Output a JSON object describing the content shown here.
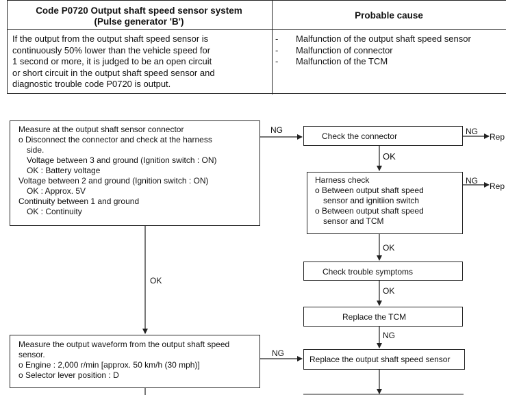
{
  "table": {
    "header_left": "Code P0720 Output shaft speed sensor system (Pulse generator 'B')",
    "header_left_line1": "Code P0720 Output shaft speed sensor system",
    "header_left_line2": "(Pulse generator 'B')",
    "header_right": "Probable cause",
    "description_lines": [
      "If the output from the output shaft speed sensor is",
      "continuously 50% lower than the vehicle speed for",
      "1 second or more, it is judged to be an open circuit",
      "or short circuit in the output shaft speed sensor and",
      "diagnostic trouble code P0720 is output."
    ],
    "causes": [
      "Malfunction of the output shaft speed sensor",
      "Malfunction of connector",
      "Malfunction of the TCM"
    ],
    "dash": "-"
  },
  "flow": {
    "measure_connector": {
      "lines": [
        "Measure at the output shaft sensor connector",
        "o Disconnect the connector and check at the harness",
        "   side.",
        "   Voltage between 3 and ground (Ignition switch : ON)",
        "   OK : Battery voltage",
        "Voltage between 2 and ground (Ignition switch : ON)",
        "   OK : Approx. 5V",
        "Continuity between 1 and ground",
        "   OK : Continuity"
      ]
    },
    "check_connector": "Check the connector",
    "harness_check": {
      "lines": [
        "Harness check",
        "o Between output shaft speed",
        "   sensor and ignitiion switch",
        "o Between output shaft speed",
        "   sensor and TCM"
      ]
    },
    "check_trouble": "Check trouble symptoms",
    "replace_tcm": "Replace the TCM",
    "replace_sensor": "Replace the output shaft speed sensor",
    "measure_waveform": {
      "lines": [
        "Measure the output waveform from the output shaft speed",
        "sensor.",
        "o Engine : 2,000 r/min [approx. 50 km/h (30 mph)]",
        "o Selector lever position : D"
      ]
    },
    "labels": {
      "ng1": "NG",
      "ng2": "NG",
      "ng3": "NG",
      "ng4": "NG",
      "ng5": "NG",
      "ok_main": "OK",
      "ok1": "OK",
      "ok2": "OK",
      "ok3": "OK",
      "rep1": "Rep",
      "rep2": "Rep"
    }
  }
}
